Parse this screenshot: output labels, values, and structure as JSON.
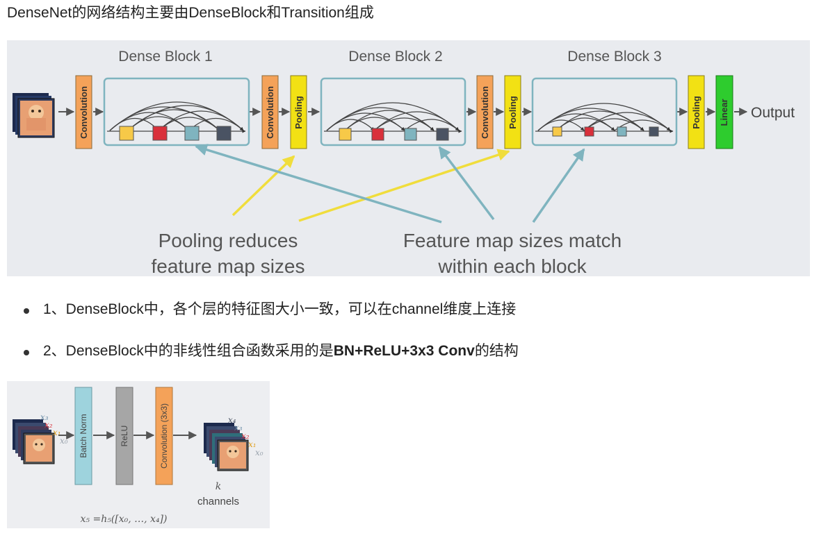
{
  "intro": "DenseNet的网络结构主要由DenseBlock和Transition组成",
  "figure1": {
    "block_titles": [
      "Dense Block 1",
      "Dense Block 2",
      "Dense Block 3"
    ],
    "layer_labels": {
      "convolution": "Convolution",
      "pooling": "Pooling",
      "linear": "Linear"
    },
    "output_label": "Output",
    "annotation_pooling": [
      "Pooling reduces",
      "feature map sizes"
    ],
    "annotation_feature": [
      "Feature map sizes match",
      "within each block"
    ],
    "colors": {
      "convolution": "#f4a259",
      "pooling": "#f2e114",
      "linear": "#2ecc2e",
      "block_border": "#7fb4bf",
      "arrow_teal": "#7fb4bf",
      "arrow_yellow": "#f0dd3c",
      "cube_yellow": "#f7c948",
      "cube_red": "#d9303b",
      "cube_teal": "#7fb4bf",
      "cube_dark": "#4a5363"
    }
  },
  "bullets": {
    "item1": "1、DenseBlock中，各个层的特征图大小一致，可以在channel维度上连接",
    "item2_prefix": "2、DenseBlock中的非线性组合函数采用的是",
    "item2_bold": "BN+ReLU+3x3 Conv",
    "item2_suffix": "的结构"
  },
  "figure2": {
    "input_labels": [
      "x₃",
      "x₂",
      "x₁",
      "x₀"
    ],
    "output_labels": [
      "x₄",
      "x₃",
      "x₂",
      "x₁",
      "x₀"
    ],
    "op_labels": [
      "Batch Norm",
      "ReLU",
      "Convolution (3x3)"
    ],
    "k_label": "k",
    "channels_label": "channels",
    "formula": "x₅ =h₅([x₀, …, x₄])",
    "colors": {
      "batch_norm": "#9ed3dd",
      "relu": "#a6a6a6",
      "convolution": "#f4a259"
    }
  }
}
